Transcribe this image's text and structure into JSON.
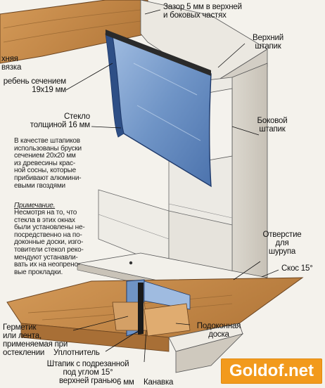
{
  "labels": {
    "gap": "Зазор 5 мм в верхней\nи боковых частях",
    "top_bead": "Верхний\nштапик",
    "upper_frame": "хняя\nвязка",
    "rib_section": "ребень сечением\n19x19 мм",
    "glass": "Стекло\nтолщиной 16 мм",
    "side_bead": "Боковой\nштапик",
    "screw_hole": "Отверстие\nдля\nшурупа",
    "bevel": "Скос 15°",
    "sealant": "Герметик\nили лента,\nприменяемая при\nостеклении",
    "gasket": "Уплотнитель",
    "bead_beveled": "Штапик с подрезанной\nпод углом 15°\nверхней гранью",
    "sill_board": "Подоконная\nдоска",
    "six_mm": "6 мм",
    "groove": "Канавка"
  },
  "notes": {
    "beads_text": "В качестве штапиков\nиспользованы бруски\nсечением 20x20 мм\nиз древесины крас-\nной сосны, которые\nприбивают алюмини-\nевыми гвоздями",
    "remark_title": "Примечание.",
    "remark_text": "Несмотря на то, что\nстекла в этих окнах\nбыли установлены не-\nпосредственно на по-\nдоконные доски, изго-\nтовители стекол реко-\nмендуют устанавли-\nвать их на неопрено-\nвые прокладки."
  },
  "logo_text": "Goldof.net",
  "colors": {
    "wood": "#c98f4f",
    "wood_dark": "#a86f36",
    "wall_light": "#f0eee8",
    "wall_shade": "#cfcac0",
    "glass": "#6f94c6",
    "glass_dark": "#2e4f86",
    "logo": "#f29a1c"
  }
}
